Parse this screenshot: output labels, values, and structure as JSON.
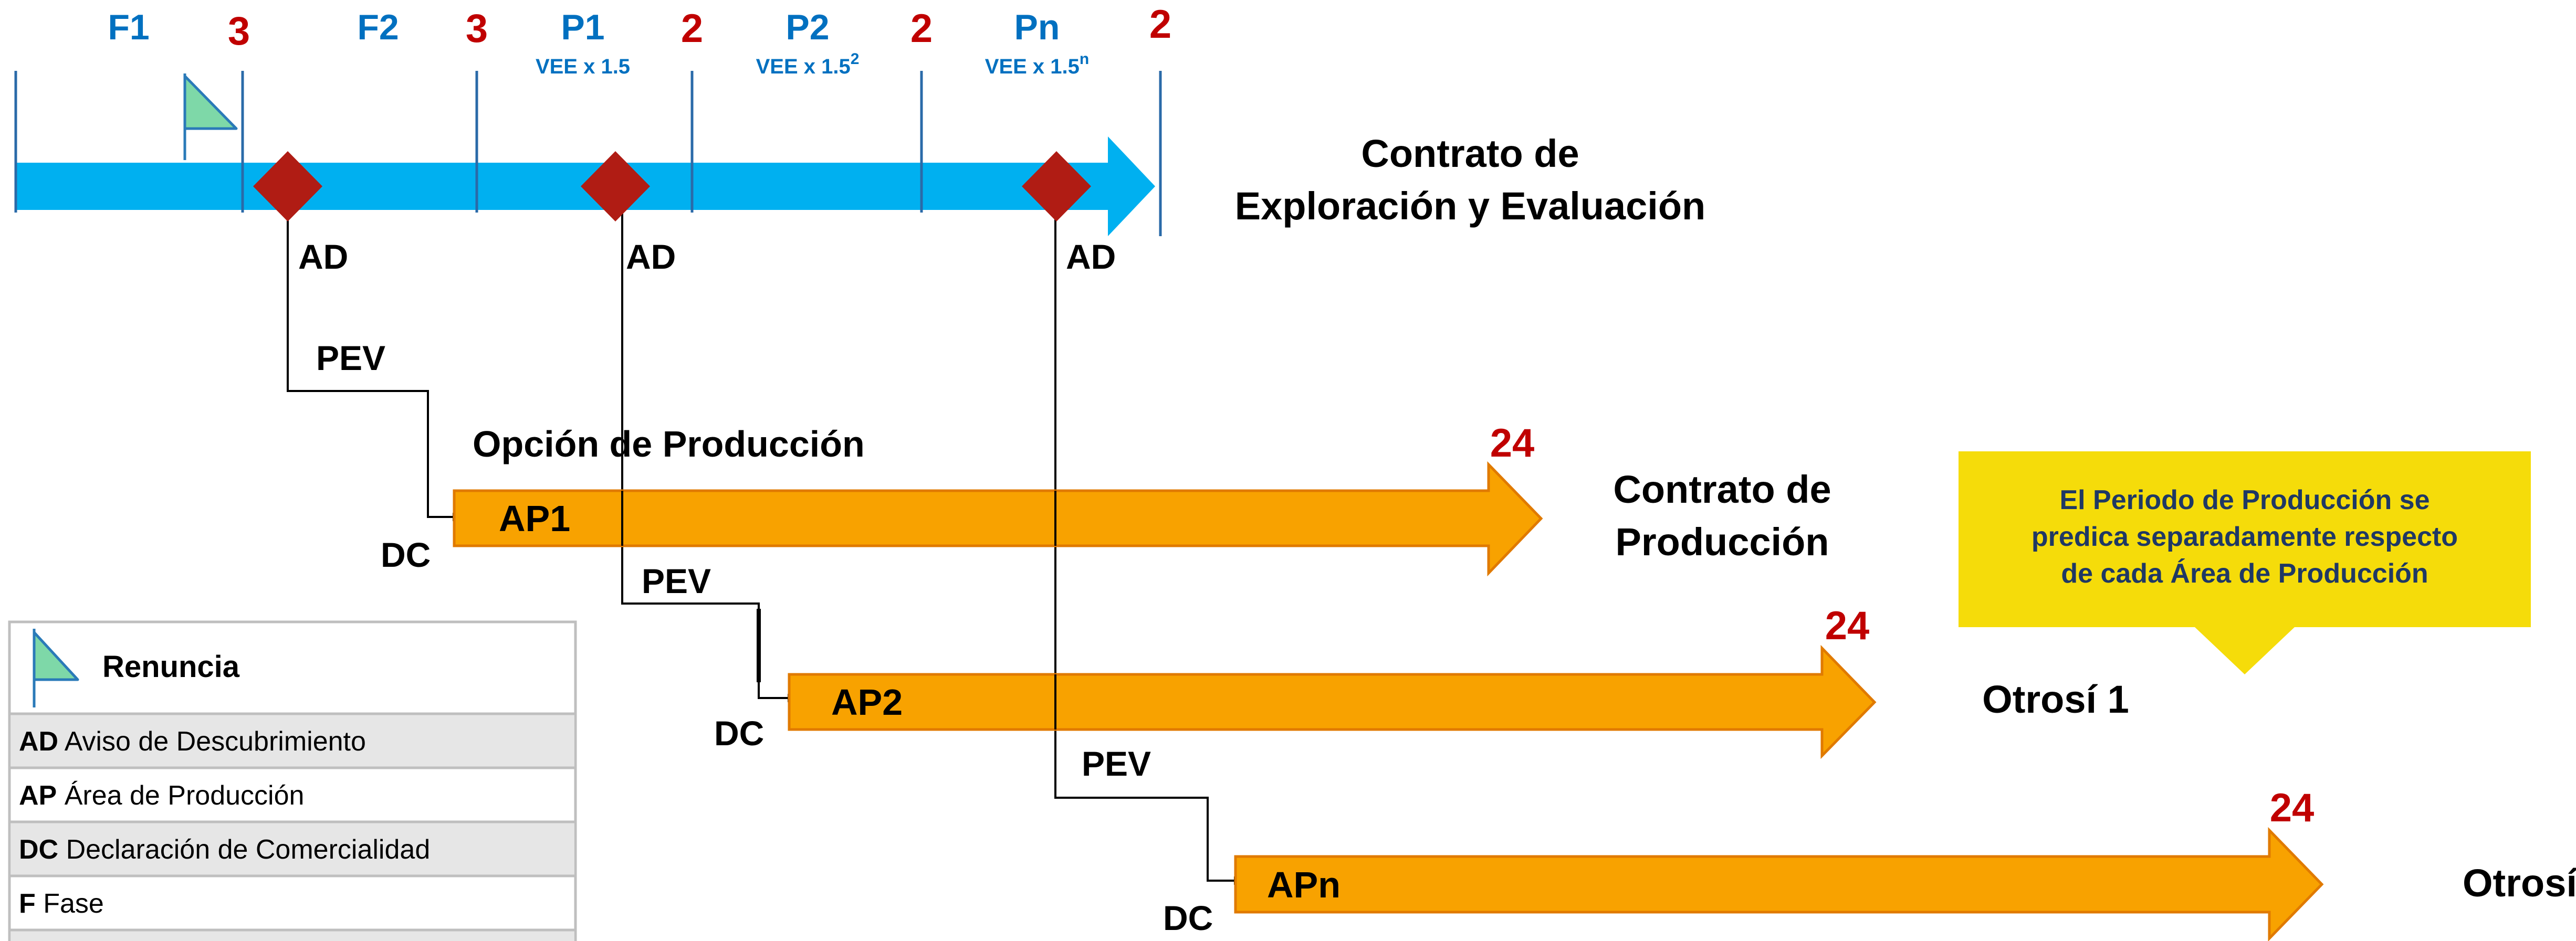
{
  "colors": {
    "timeline": "#00b0f0",
    "phase_label": "#0070c0",
    "duration_number": "#c00000",
    "milestone": "#b01c14",
    "production_arrow": "#f8a200",
    "production_arrow_border": "#e07a00",
    "note_box": "#f5dc0a",
    "flag": "#7ed8a8",
    "flag_border": "#2a7ab8",
    "legend_alt_row": "#e6e6e6",
    "text": "#000000"
  },
  "timeline": {
    "phases": [
      {
        "name": "F1",
        "duration": "3"
      },
      {
        "name": "F2",
        "duration": "3"
      },
      {
        "name": "P1",
        "sub": "VEE x 1.5",
        "sup": "",
        "duration": "2"
      },
      {
        "name": "P2",
        "sub": "VEE x 1.5",
        "sup": "2",
        "duration": "2"
      },
      {
        "name": "Pn",
        "sub": "VEE x 1.5",
        "sup": "n",
        "duration": "2"
      }
    ],
    "contract_title_line1": "Contrato de",
    "contract_title_line2": "Exploración y Evaluación",
    "milestone_labels": [
      "AD",
      "AD",
      "AD"
    ],
    "flag_icon": "flag-icon"
  },
  "production": {
    "option_label": "Opción de Producción",
    "pev_label": "PEV",
    "dc_label": "DC",
    "areas": [
      {
        "name": "AP1",
        "duration": "24",
        "contract_line1": "Contrato de",
        "contract_line2": "Producción"
      },
      {
        "name": "AP2",
        "duration": "24",
        "contract_line1": "Otrosí 1",
        "contract_line2": ""
      },
      {
        "name": "APn",
        "duration": "24",
        "contract_line1": "Otrosí n",
        "contract_line2": ""
      }
    ]
  },
  "note": {
    "line1": "El Periodo de Producción se",
    "line2": "predica separadamente respecto",
    "line3": "de cada Área de Producción"
  },
  "legend": {
    "renuncia": "Renuncia",
    "items": [
      {
        "key": "AD",
        "def": "Aviso de Descubrimiento"
      },
      {
        "key": "AP",
        "def": "Área de Producción"
      },
      {
        "key": "DC",
        "def": "Declaración de Comercialidad"
      },
      {
        "key": "F",
        "def": "Fase"
      }
    ]
  }
}
